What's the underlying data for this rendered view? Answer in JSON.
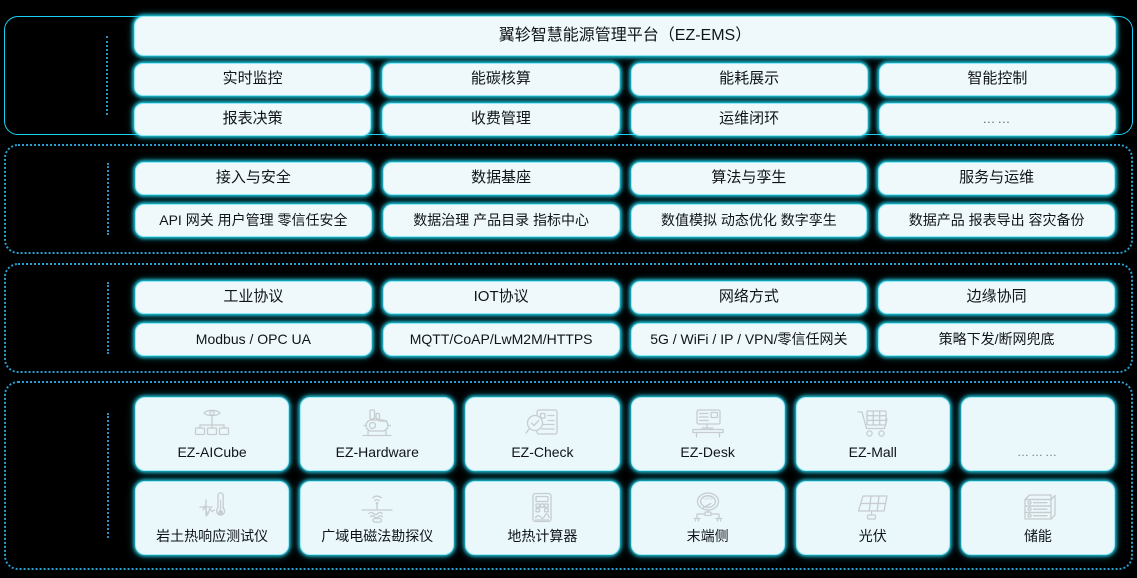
{
  "theme": {
    "background": "#000000",
    "accent": "#1ad1f5",
    "card_bg": "#eff9fc",
    "card_border": "#8fe9f7",
    "text": "#101418",
    "divider": "#2f8fc4"
  },
  "panels": [
    {
      "id": "platform-layer",
      "title_card": "翼轸智慧能源管理平台（EZ-EMS）",
      "row1": [
        "实时监控",
        "能碳核算",
        "能耗展示",
        "智能控制"
      ],
      "row2": [
        "报表决策",
        "收费管理",
        "运维闭环",
        "……"
      ]
    },
    {
      "id": "capability-layer",
      "row1": [
        "接入与安全",
        "数据基座",
        "算法与孪生",
        "服务与运维"
      ],
      "row2": [
        "API 网关 用户管理 零信任安全",
        "数据治理 产品目录 指标中心",
        "数值模拟 动态优化 数字孪生",
        "数据产品 报表导出 容灾备份"
      ]
    },
    {
      "id": "protocol-layer",
      "row1": [
        "工业协议",
        "IOT协议",
        "网络方式",
        "边缘协同"
      ],
      "row2": [
        "Modbus / OPC UA",
        "MQTT/CoAP/LwM2M/HTTPS",
        "5G / WiFi / IP / VPN/零信任网关",
        "策略下发/断网兜底"
      ]
    }
  ],
  "products": {
    "row1": [
      {
        "label": "EZ-AICube",
        "icon": "eye-network-icon"
      },
      {
        "label": "EZ-Hardware",
        "icon": "industrial-machine-icon"
      },
      {
        "label": "EZ-Check",
        "icon": "magnifier-document-check-icon"
      },
      {
        "label": "EZ-Desk",
        "icon": "desktop-monitor-desk-icon"
      },
      {
        "label": "EZ-Mall",
        "icon": "shopping-cart-icon"
      },
      {
        "label": "………",
        "icon": "none"
      }
    ],
    "row2": [
      {
        "label": "岩土热响应测试仪",
        "icon": "thermometer-waveform-icon"
      },
      {
        "label": "广域电磁法勘探仪",
        "icon": "antenna-ground-survey-icon"
      },
      {
        "label": "地热计算器",
        "icon": "calculator-icon"
      },
      {
        "label": "末端侧",
        "icon": "gas-meter-icon"
      },
      {
        "label": "光伏",
        "icon": "solar-panel-icon"
      },
      {
        "label": "储能",
        "icon": "battery-rack-icon"
      }
    ]
  }
}
